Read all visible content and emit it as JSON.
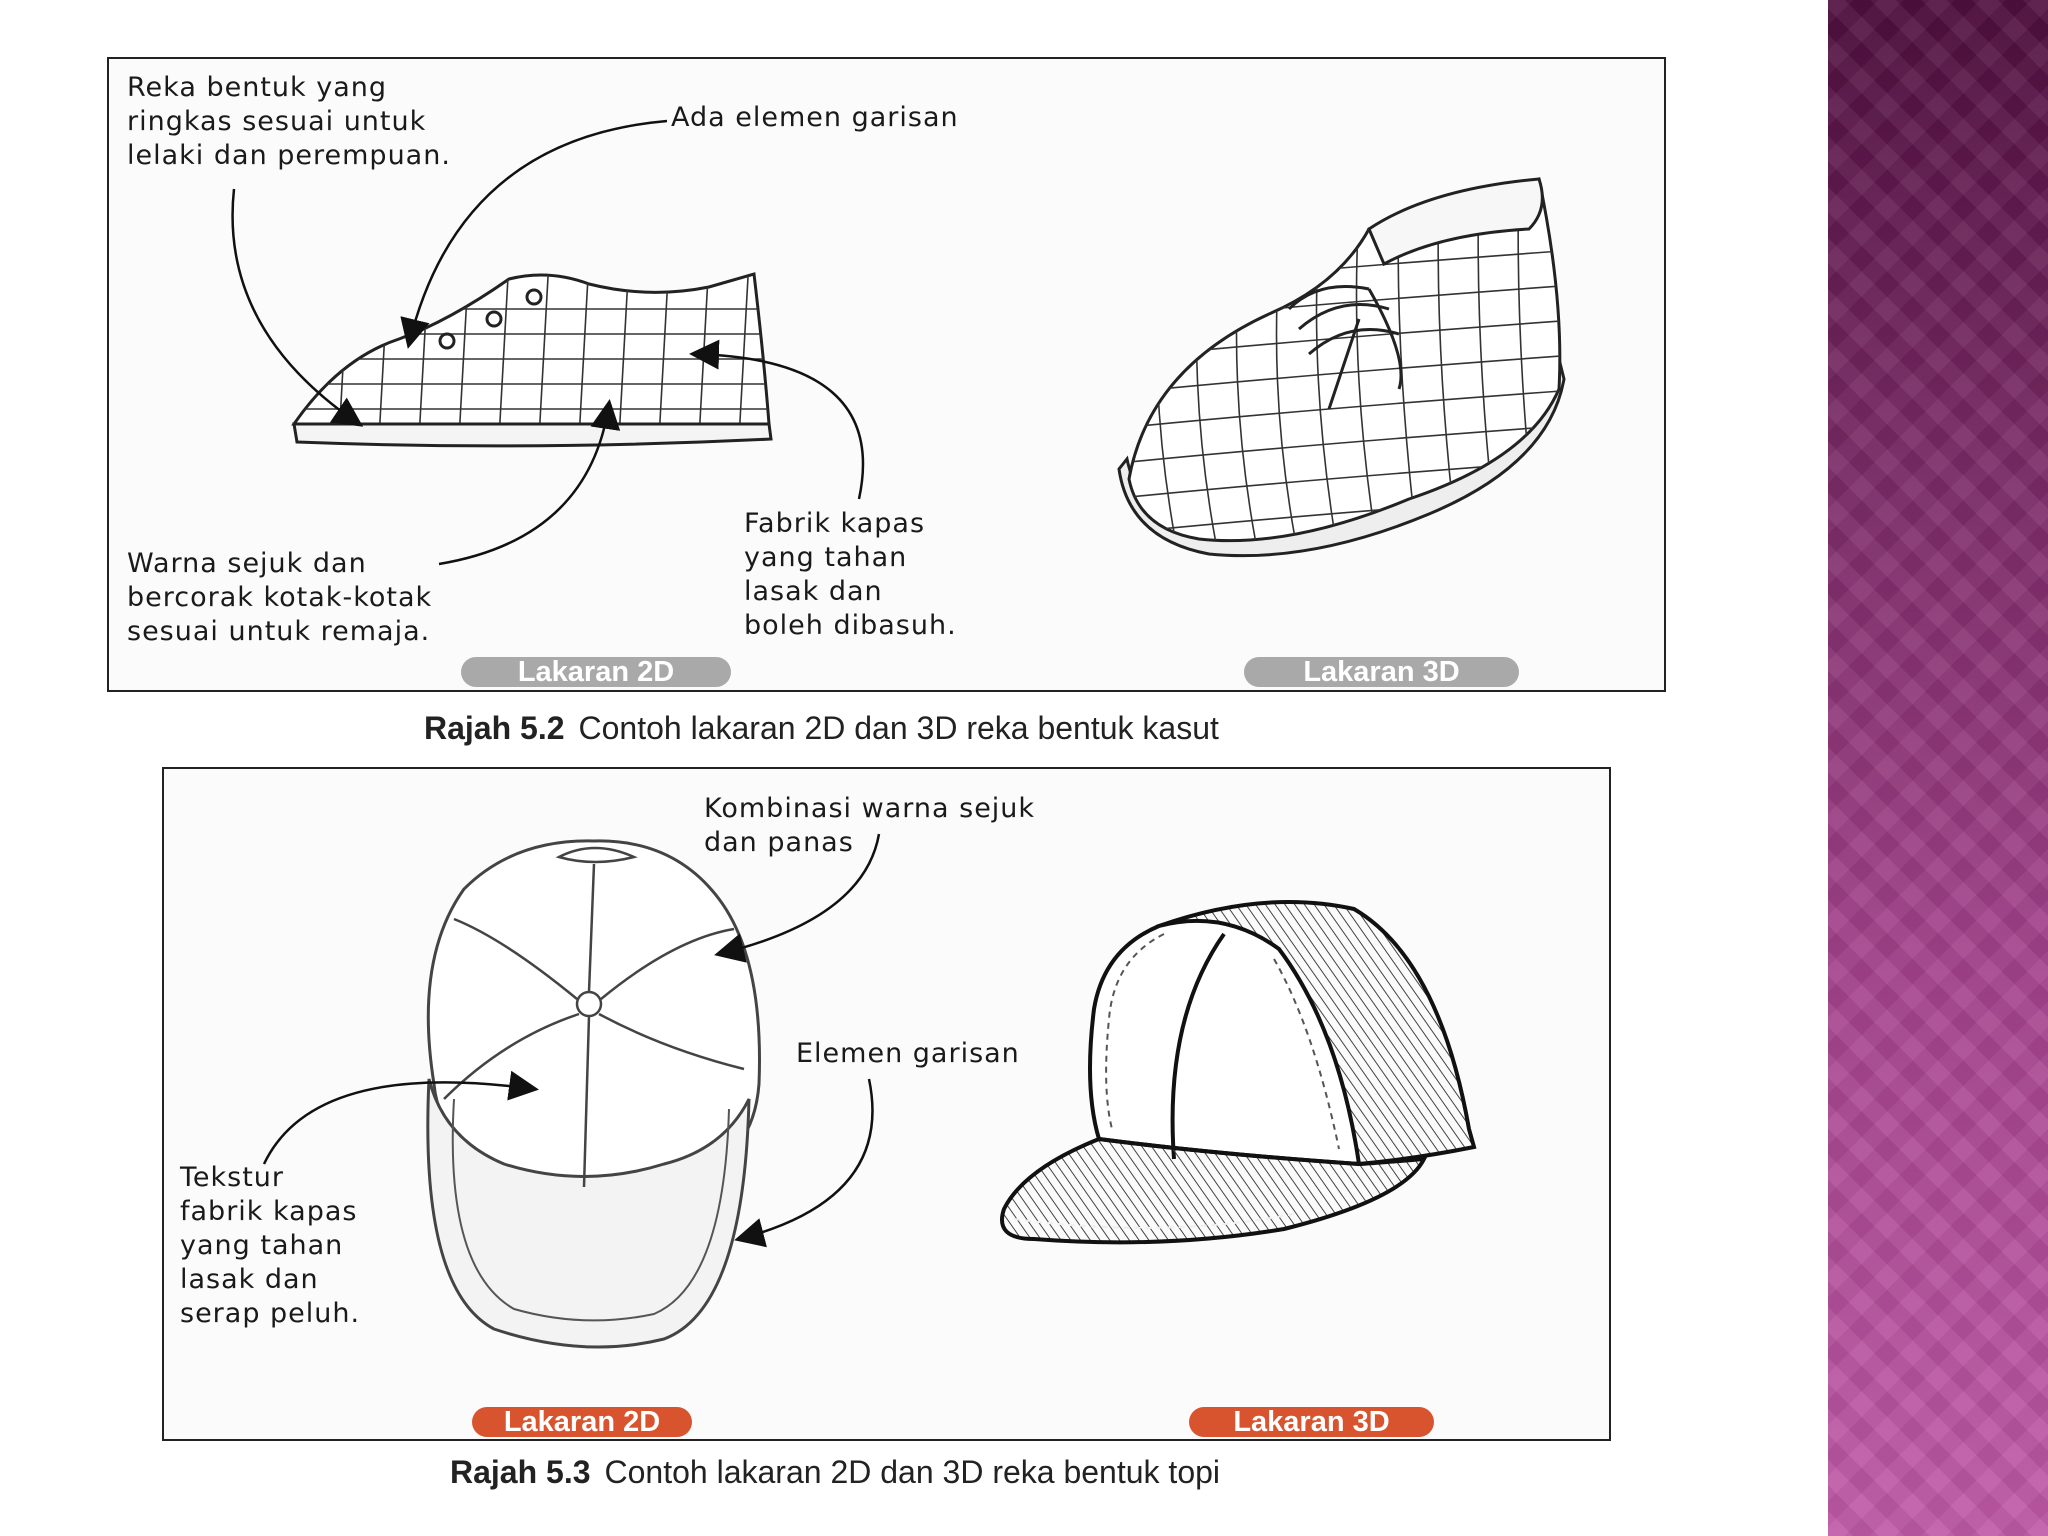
{
  "figure_1": {
    "annotations": {
      "design": "Reka bentuk yang\nringkas sesuai untuk\nlelaki dan perempuan.",
      "line_element": "Ada elemen garisan",
      "color": "Warna sejuk dan\nbercorak kotak-kotak\nsesuai untuk remaja.",
      "fabric": "Fabrik kapas\nyang tahan\nlasak dan\nboleh dibasuh."
    },
    "label_2d": "Lakaran 2D",
    "label_3d": "Lakaran 3D",
    "caption_number": "Rajah 5.2",
    "caption_text": "Contoh lakaran 2D dan 3D reka bentuk kasut"
  },
  "figure_2": {
    "annotations": {
      "color": "Kombinasi warna sejuk\ndan panas",
      "line_element": "Elemen garisan",
      "texture": "Tekstur\nfabrik kapas\nyang tahan\nlasak dan\nserap peluh."
    },
    "label_2d": "Lakaran 2D",
    "label_3d": "Lakaran 3D",
    "caption_number": "Rajah 5.3",
    "caption_text": "Contoh lakaran 2D dan 3D reka bentuk topi"
  },
  "colors": {
    "sidebar_top": "#4f0f3e",
    "sidebar_bottom": "#c05aa8",
    "pill_grey": "#a9a9a9",
    "pill_red": "#d8542f"
  }
}
